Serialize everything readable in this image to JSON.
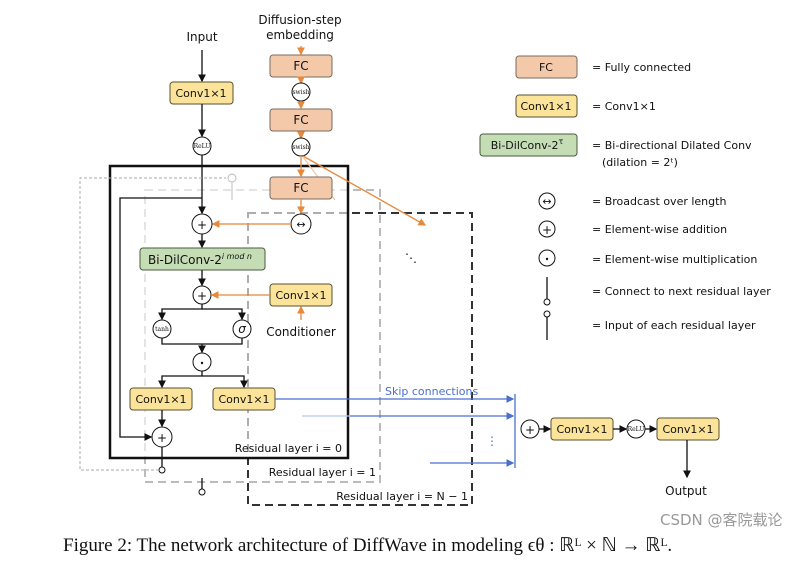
{
  "diagram": {
    "input_label": "Input",
    "embedding_label_1": "Diffusion-step",
    "embedding_label_2": "embedding",
    "fc": "FC",
    "conv": "Conv1×1",
    "relu": "ReLU",
    "swish": "swish",
    "tanh": "tanh",
    "sigma": "σ",
    "bidil": "Bi-DilConv-2",
    "bidil_sup": "i mod n",
    "conditioner": "Conditioner",
    "skip": "Skip connections",
    "layer0": "Residual layer i = 0",
    "layer1": "Residual layer i = 1",
    "layerN": "Residual layer i = N − 1",
    "output_label": "Output",
    "dots": "⋱",
    "vdots": "⋮"
  },
  "legend": {
    "fc_box": "FC",
    "fc_text": "= Fully connected",
    "conv_box": "Conv1×1",
    "conv_text": "= Conv1×1",
    "bidil_box": "Bi-DilConv-2",
    "bidil_sup": "τ",
    "bidil_text_1": "= Bi-directional Dilated Conv",
    "bidil_text_2": "(dilation = 2ᵗ)",
    "broadcast": "= Broadcast over length",
    "add": "= Element-wise addition",
    "mult": "= Element-wise multiplication",
    "next": "= Connect to next residual layer",
    "inputres": "= Input of each residual layer"
  },
  "caption": "Figure 2: The network architecture of DiffWave in modeling ϵθ : ℝᴸ × ℕ → ℝᴸ.",
  "watermark": "CSDN @客院载论",
  "colors": {
    "fc": "#f4c9a9",
    "conv": "#fbe39a",
    "bidil": "#c5ddb4",
    "conditioning": "#e8883a",
    "skip": "#4a6fcf"
  }
}
